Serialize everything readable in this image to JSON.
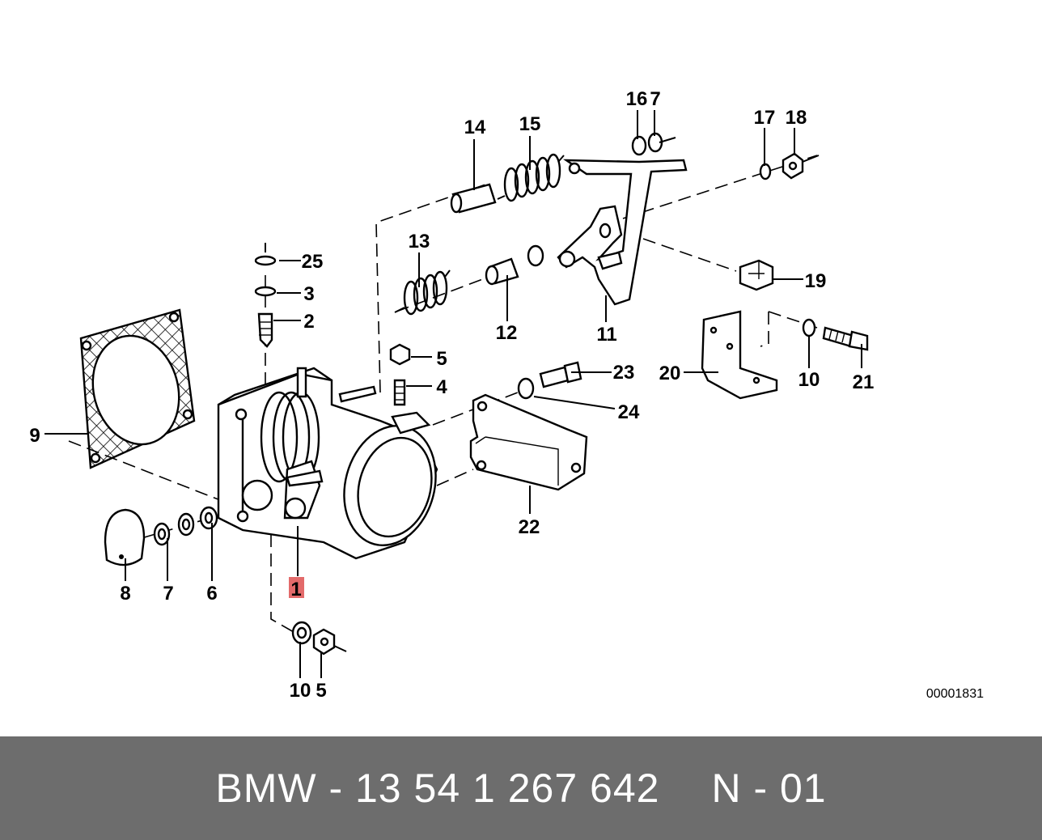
{
  "diagram": {
    "labels": [
      {
        "id": "1",
        "text": "1",
        "highlight": true
      },
      {
        "id": "2",
        "text": "2"
      },
      {
        "id": "3",
        "text": "3"
      },
      {
        "id": "4",
        "text": "4"
      },
      {
        "id": "5a",
        "text": "5"
      },
      {
        "id": "5b",
        "text": "5"
      },
      {
        "id": "6",
        "text": "6"
      },
      {
        "id": "7a",
        "text": "7"
      },
      {
        "id": "7b",
        "text": "7"
      },
      {
        "id": "8",
        "text": "8"
      },
      {
        "id": "9",
        "text": "9"
      },
      {
        "id": "10a",
        "text": "10"
      },
      {
        "id": "10b",
        "text": "10"
      },
      {
        "id": "11",
        "text": "11"
      },
      {
        "id": "12",
        "text": "12"
      },
      {
        "id": "13",
        "text": "13"
      },
      {
        "id": "14",
        "text": "14"
      },
      {
        "id": "15",
        "text": "15"
      },
      {
        "id": "16",
        "text": "16"
      },
      {
        "id": "17",
        "text": "17"
      },
      {
        "id": "18",
        "text": "18"
      },
      {
        "id": "19",
        "text": "19"
      },
      {
        "id": "20",
        "text": "20"
      },
      {
        "id": "21",
        "text": "21"
      },
      {
        "id": "22",
        "text": "22"
      },
      {
        "id": "23",
        "text": "23"
      },
      {
        "id": "24",
        "text": "24"
      },
      {
        "id": "25",
        "text": "25"
      }
    ],
    "drawing_code": "00001831",
    "highlight_color": "#e36a6a"
  },
  "footer": {
    "part_number": "BMW - 13 54 1 267 642",
    "variant": "N - 01",
    "background": "#6d6d6d"
  }
}
